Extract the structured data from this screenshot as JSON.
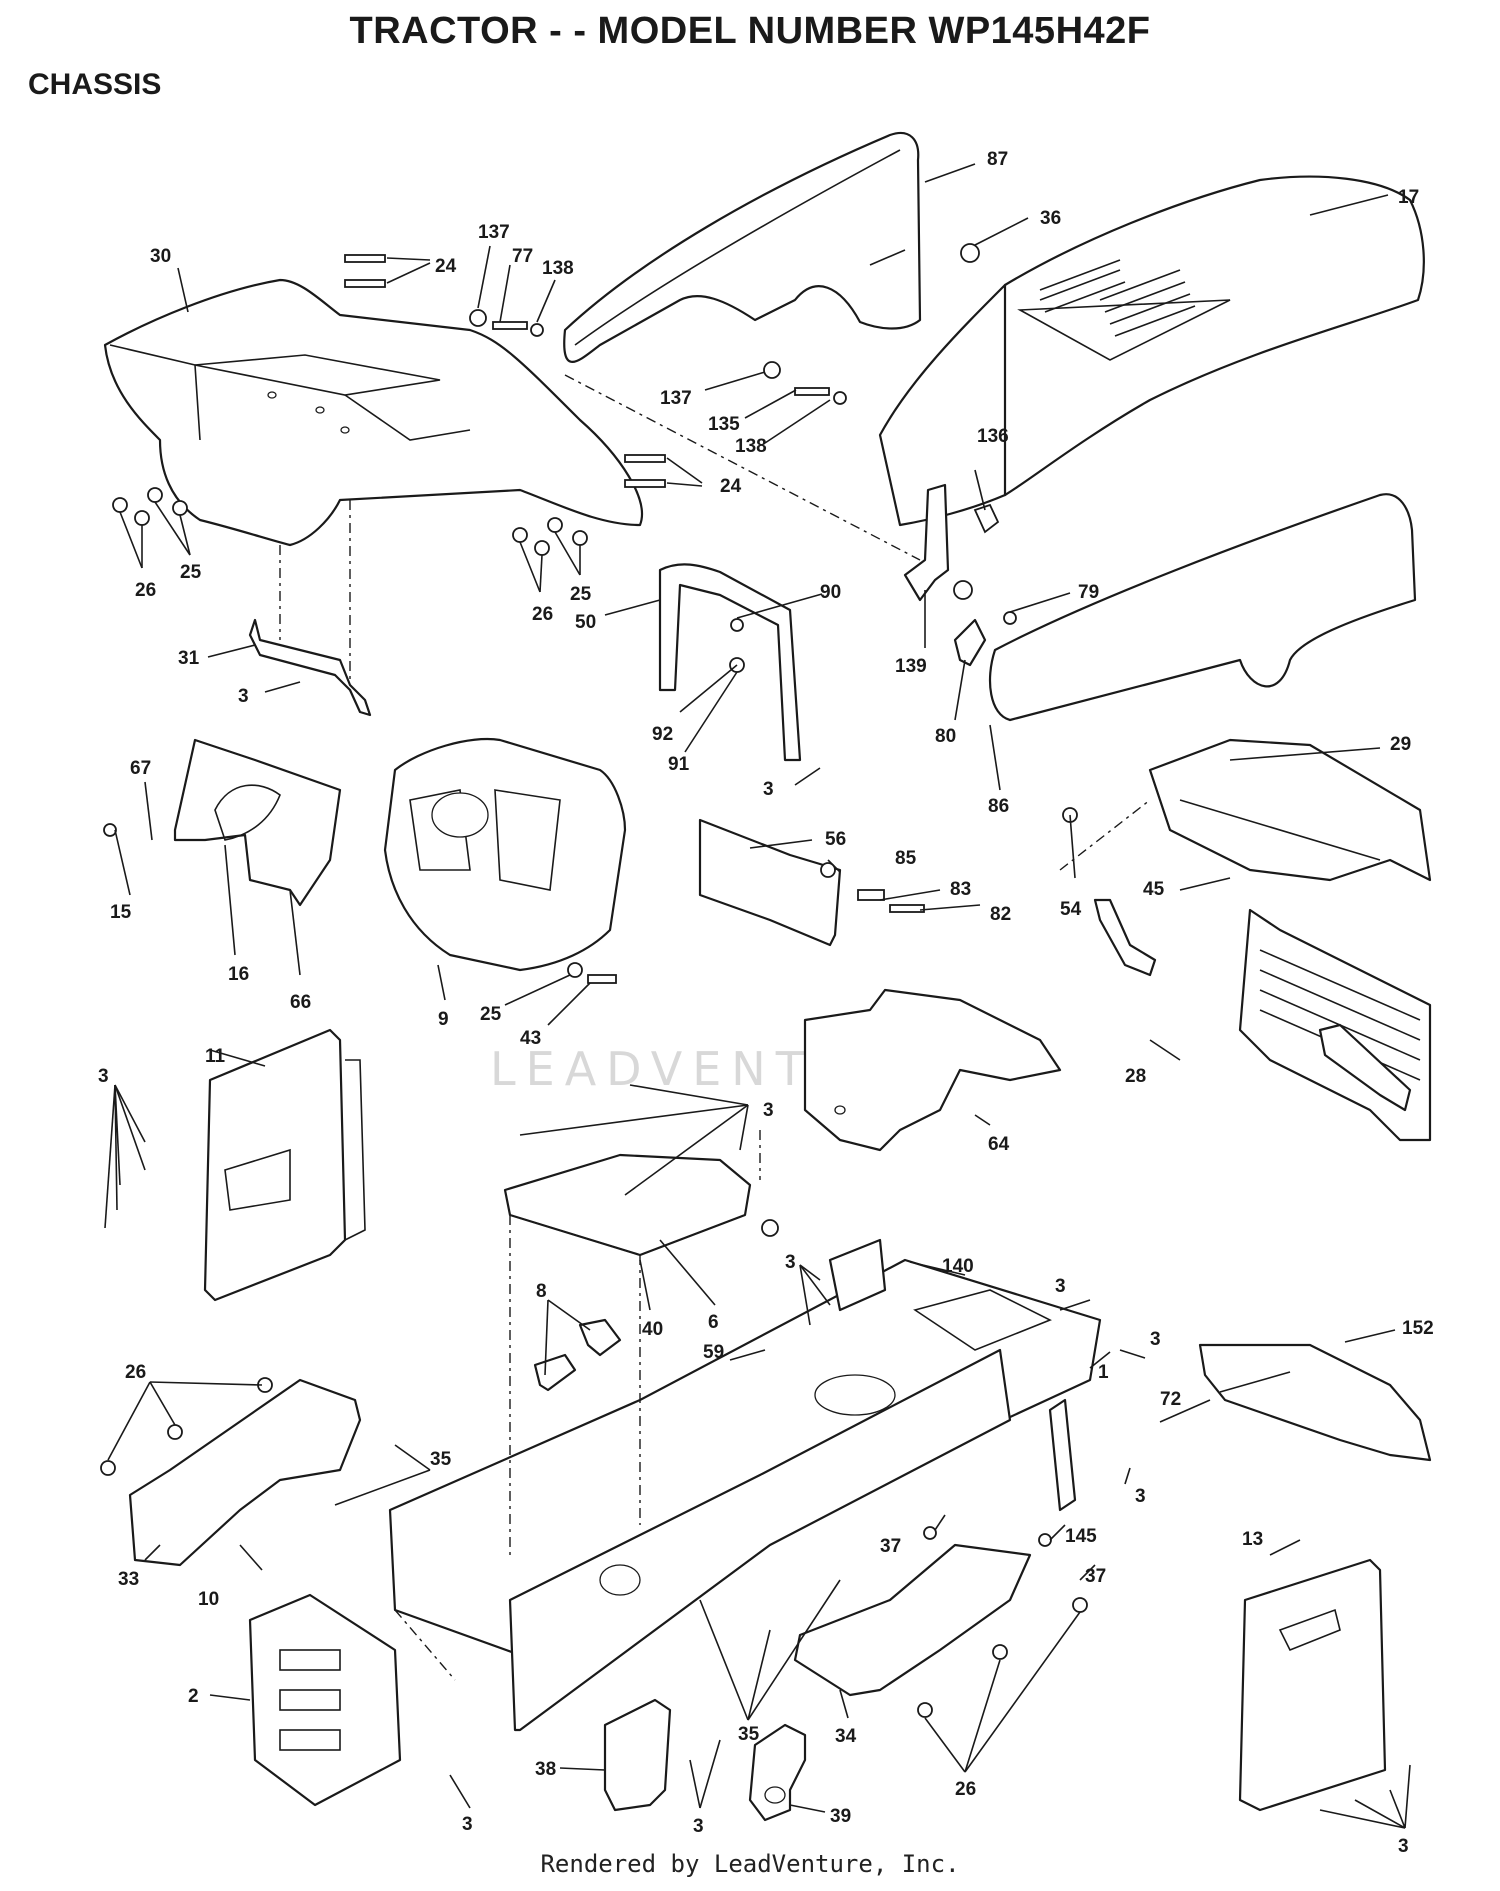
{
  "header": {
    "title": "TRACTOR - - MODEL NUMBER WP145H42F",
    "section": "CHASSIS"
  },
  "watermark": "LEADVENTURE",
  "footer": "Rendered by LeadVenture, Inc.",
  "callouts": {
    "c87": "87",
    "c36": "36",
    "c17": "17",
    "c30": "30",
    "c137a": "137",
    "c77": "77",
    "c138a": "138",
    "c24a": "24",
    "c137b": "137",
    "c135": "135",
    "c138b": "138",
    "c136": "136",
    "c24b": "24",
    "c26a": "26",
    "c25a": "25",
    "c26b": "26",
    "c25b": "25",
    "c50": "50",
    "c90": "90",
    "c139": "139",
    "c79": "79",
    "c31": "31",
    "c3a": "3",
    "c92": "92",
    "c91": "91",
    "c3b": "3",
    "c80": "80",
    "c86": "86",
    "c67": "67",
    "c15": "15",
    "c16": "16",
    "c66": "66",
    "c9": "9",
    "c25c": "25",
    "c43": "43",
    "c56": "56",
    "c85": "85",
    "c83": "83",
    "c82": "82",
    "c29": "29",
    "c54": "54",
    "c45": "45",
    "c28": "28",
    "c64": "64",
    "c11": "11",
    "c3c": "3",
    "c3d": "3",
    "c8": "8",
    "c40": "40",
    "c6": "6",
    "c59": "59",
    "c3e": "3",
    "c140": "140",
    "c3f": "3",
    "c3g": "3",
    "c1": "1",
    "c152": "152",
    "c72": "72",
    "c26c": "26",
    "c35a": "35",
    "c33": "33",
    "c10": "10",
    "c3h": "3",
    "c37a": "37",
    "c145": "145",
    "c37b": "37",
    "c13": "13",
    "c2": "2",
    "c35b": "35",
    "c34": "34",
    "c26d": "26",
    "c38": "38",
    "c3i": "3",
    "c39": "39",
    "c3j": "3",
    "c3k": "3"
  }
}
